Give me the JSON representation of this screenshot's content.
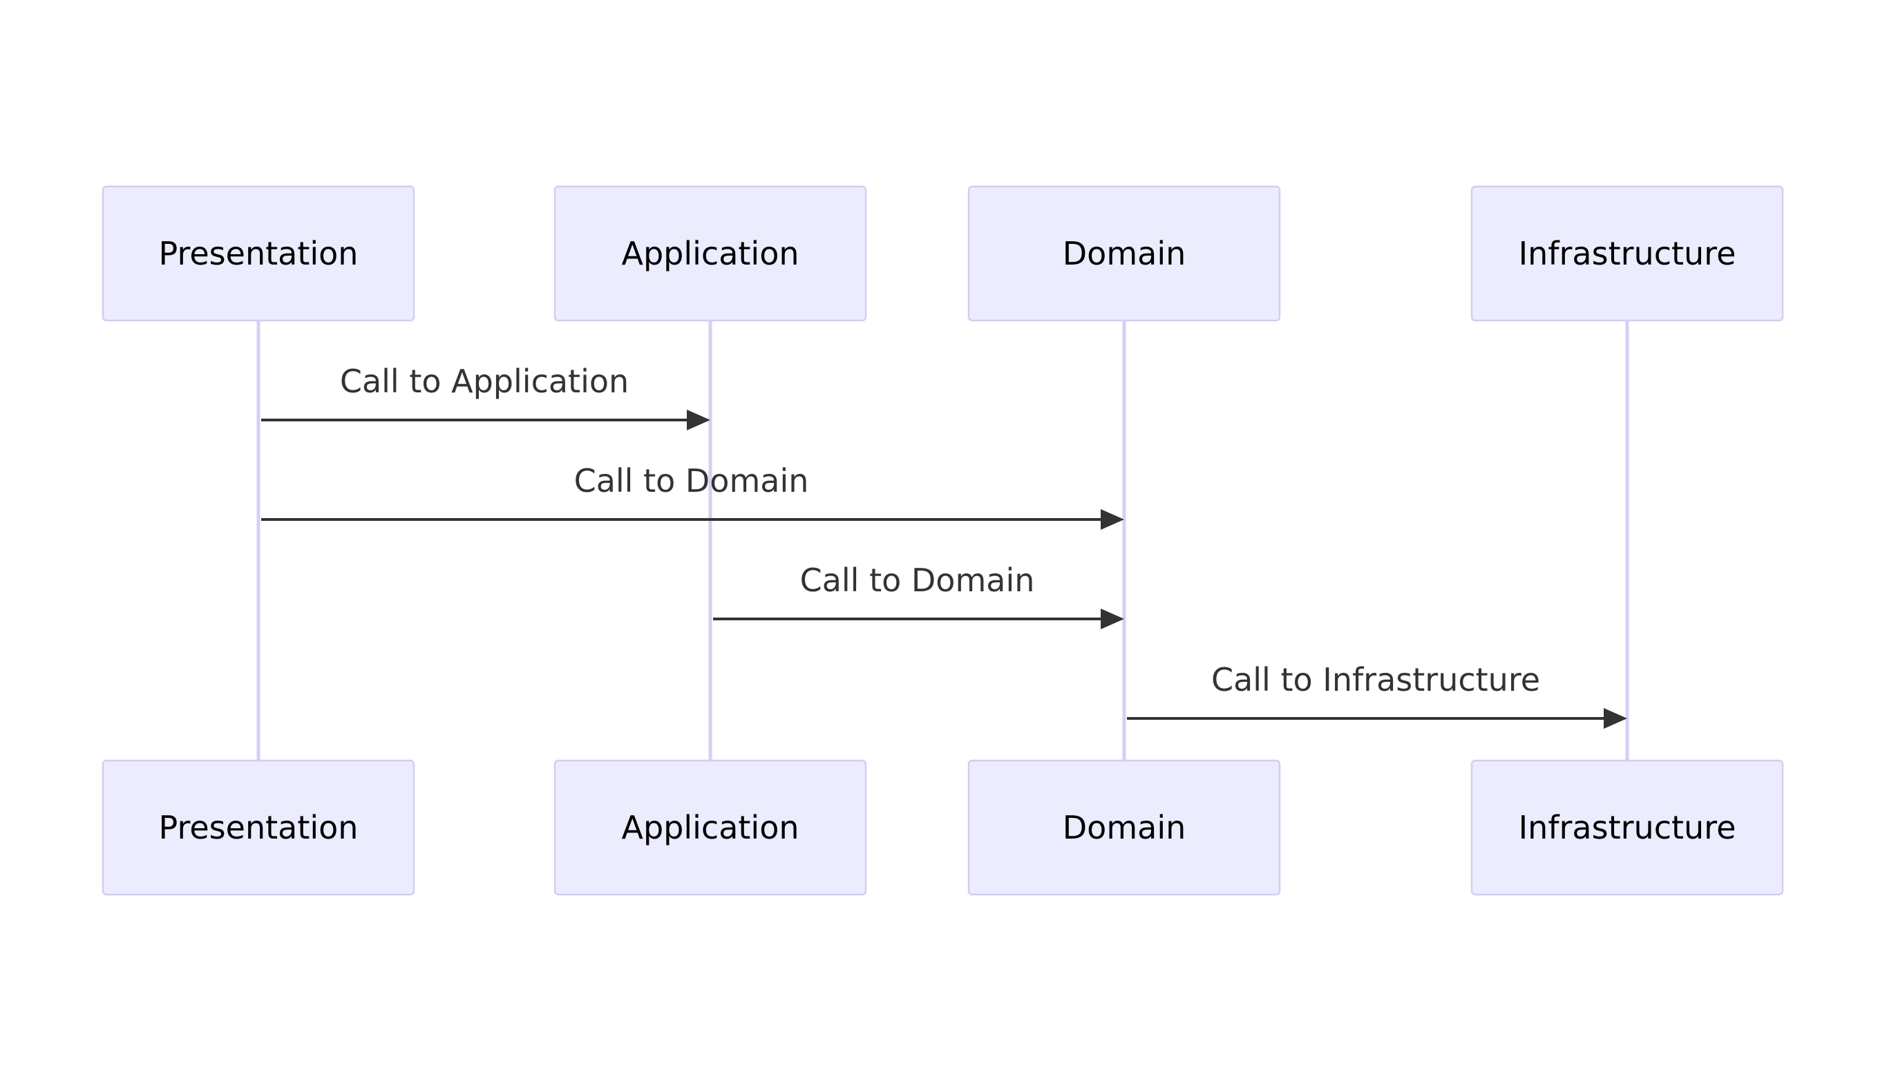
{
  "diagram": {
    "type": "sequence",
    "participants": [
      {
        "id": "presentation",
        "label": "Presentation"
      },
      {
        "id": "application",
        "label": "Application"
      },
      {
        "id": "domain",
        "label": "Domain"
      },
      {
        "id": "infrastructure",
        "label": "Infrastructure"
      }
    ],
    "messages": [
      {
        "from": "presentation",
        "to": "application",
        "label": "Call to Application"
      },
      {
        "from": "presentation",
        "to": "domain",
        "label": "Call to Domain"
      },
      {
        "from": "application",
        "to": "domain",
        "label": "Call to Domain"
      },
      {
        "from": "domain",
        "to": "infrastructure",
        "label": "Call to Infrastructure"
      }
    ],
    "colors": {
      "actor_fill": "#ECECFF",
      "actor_border": "#d4cdf0",
      "lifeline": "#d7cff2",
      "message": "#333333"
    }
  }
}
